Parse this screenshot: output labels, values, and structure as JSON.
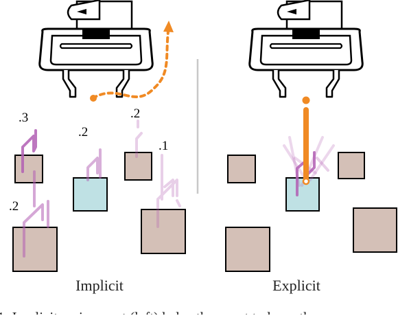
{
  "panels": {
    "left": {
      "label": "Implicit",
      "weights": [
        ".3",
        ".2",
        ".2",
        ".1",
        ".2"
      ]
    },
    "right": {
      "label": "Explicit"
    }
  },
  "caption": "1: Implicit assignment (left) helps the agent to learn the",
  "colors": {
    "block": "#d4c0b7",
    "target_block": "#bfe1e4",
    "orange": "#f08a24",
    "magenta": "#b25fb4",
    "divider": "#c8c8c8"
  }
}
